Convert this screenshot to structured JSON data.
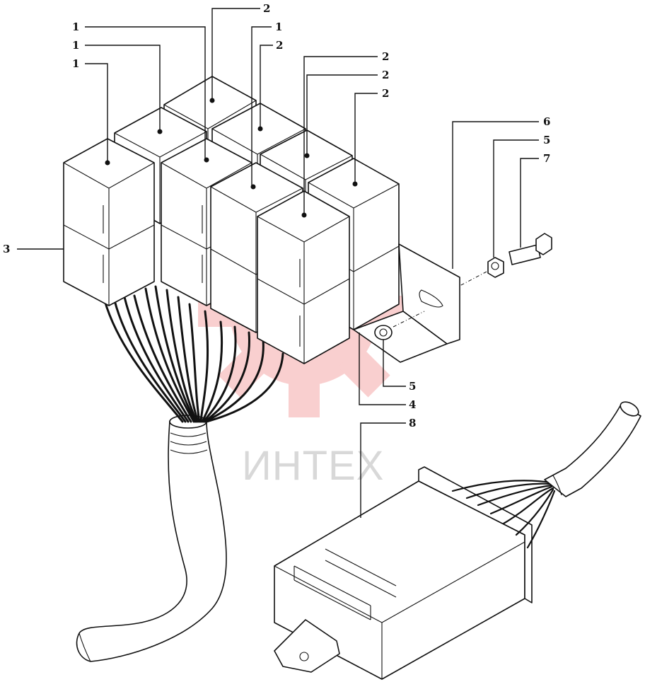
{
  "watermark": {
    "text": "ИНТЕХ",
    "gear_color": "#f4a0a0"
  },
  "callouts": [
    {
      "id": "c1",
      "text": "2"
    },
    {
      "id": "c2",
      "text": "1"
    },
    {
      "id": "c3",
      "text": "1"
    },
    {
      "id": "c4",
      "text": "1"
    },
    {
      "id": "c5",
      "text": "1"
    },
    {
      "id": "c6",
      "text": "2"
    },
    {
      "id": "c7",
      "text": "2"
    },
    {
      "id": "c8",
      "text": "2"
    },
    {
      "id": "c9",
      "text": "2"
    },
    {
      "id": "c10",
      "text": "6"
    },
    {
      "id": "c11",
      "text": "5"
    },
    {
      "id": "c12",
      "text": "7"
    },
    {
      "id": "c13",
      "text": "3"
    },
    {
      "id": "c14",
      "text": "5"
    },
    {
      "id": "c15",
      "text": "4"
    },
    {
      "id": "c16",
      "text": "8"
    }
  ]
}
